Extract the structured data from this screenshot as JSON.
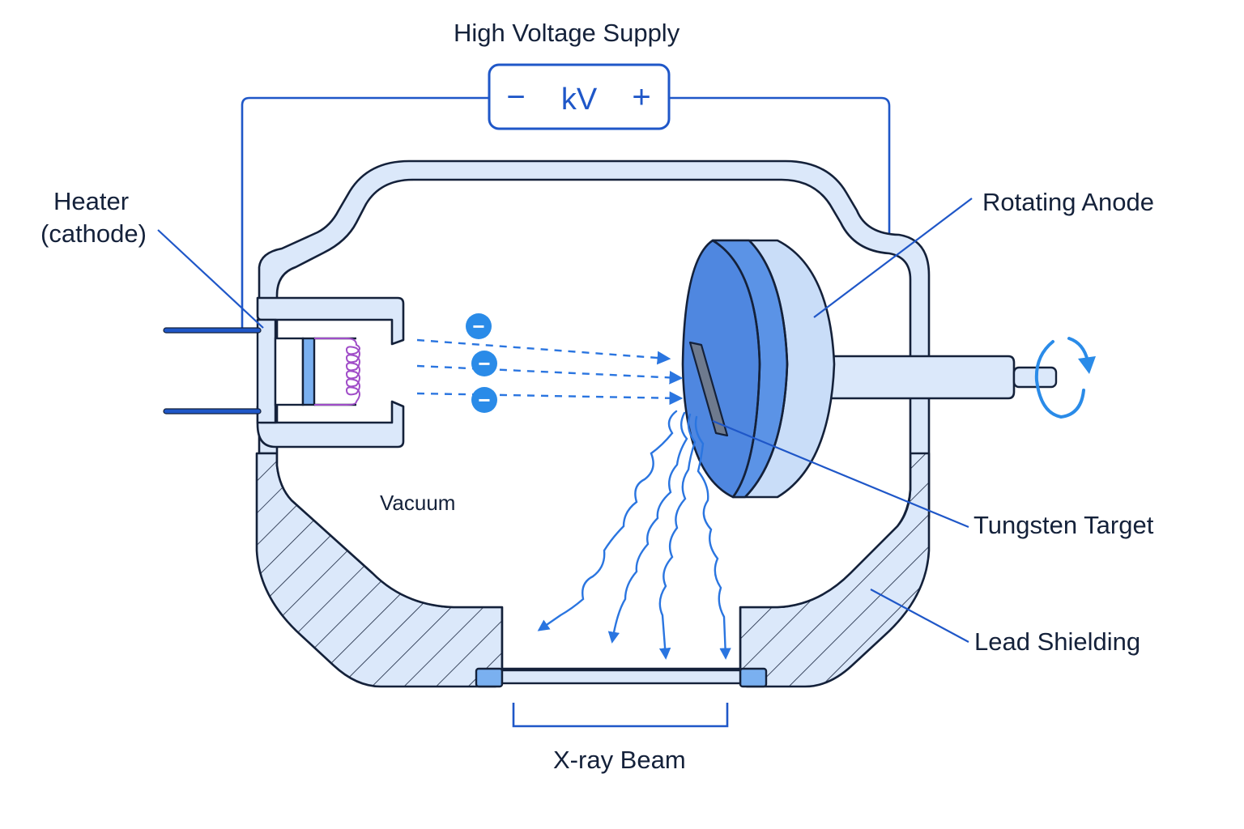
{
  "title": "High Voltage Supply",
  "supply": {
    "minus_sign": "−",
    "unit": "kV",
    "plus_sign": "+"
  },
  "labels": {
    "heater_line1": "Heater",
    "heater_line2": "(cathode)",
    "rotating_anode": "Rotating Anode",
    "vacuum": "Vacuum",
    "tungsten_target": "Tungsten Target",
    "lead_shielding": "Lead Shielding",
    "xray_beam": "X-ray Beam"
  },
  "electron_symbol": "−",
  "colors": {
    "primary_blue": "#1f57c8",
    "light_blue_fill": "#dbe8fa",
    "anode_face": "#5b93e6",
    "electron": "#2a8be8",
    "filament": "#a04dc8",
    "outline": "#14213a",
    "target": "#6e7a8e"
  }
}
